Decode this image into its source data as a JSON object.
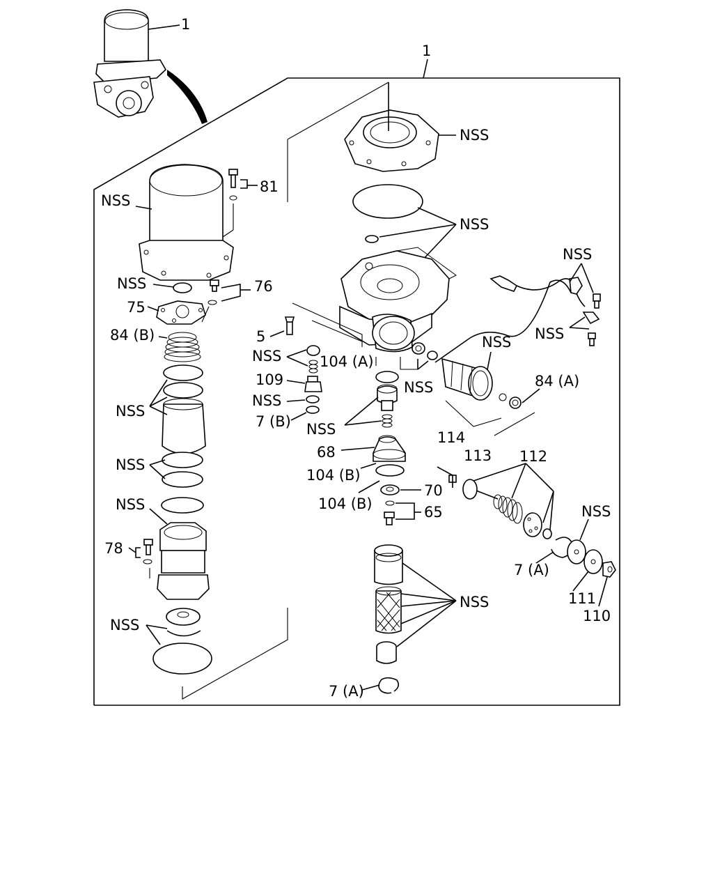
{
  "labels": {
    "top_one": "1",
    "frame_one": "1",
    "cover_nss": "NSS",
    "oring_nss": "NSS",
    "canister_nss": "NSS",
    "b81": "81",
    "n_washer": "NSS",
    "b76": "76",
    "p75": "75",
    "p84b": "84 (B)",
    "nss_filters": "NSS",
    "nss_screens": "NSS",
    "nss_ring": "NSS",
    "b78": "78",
    "nss_lower": "NSS",
    "p5": "5",
    "nss_v1": "NSS",
    "p104a": "104 (A)",
    "p109": "109",
    "nss_v2": "NSS",
    "p7b": "7 (B)",
    "nss_spool": "NSS",
    "nss_tube": "NSS",
    "nss_mid": "NSS",
    "nss_heater": "NSS",
    "nss_heater2": "NSS",
    "p84a": "84 (A)",
    "p114": "114",
    "p68": "68",
    "p104b1": "104 (B)",
    "p104b2": "104 (B)",
    "p70": "70",
    "p65": "65",
    "p113": "113",
    "p112": "112",
    "nss_right": "NSS",
    "p7a_r": "7 (A)",
    "p111": "111",
    "p110": "110",
    "nss_bottom": "NSS",
    "p7a_b": "7 (A)"
  }
}
